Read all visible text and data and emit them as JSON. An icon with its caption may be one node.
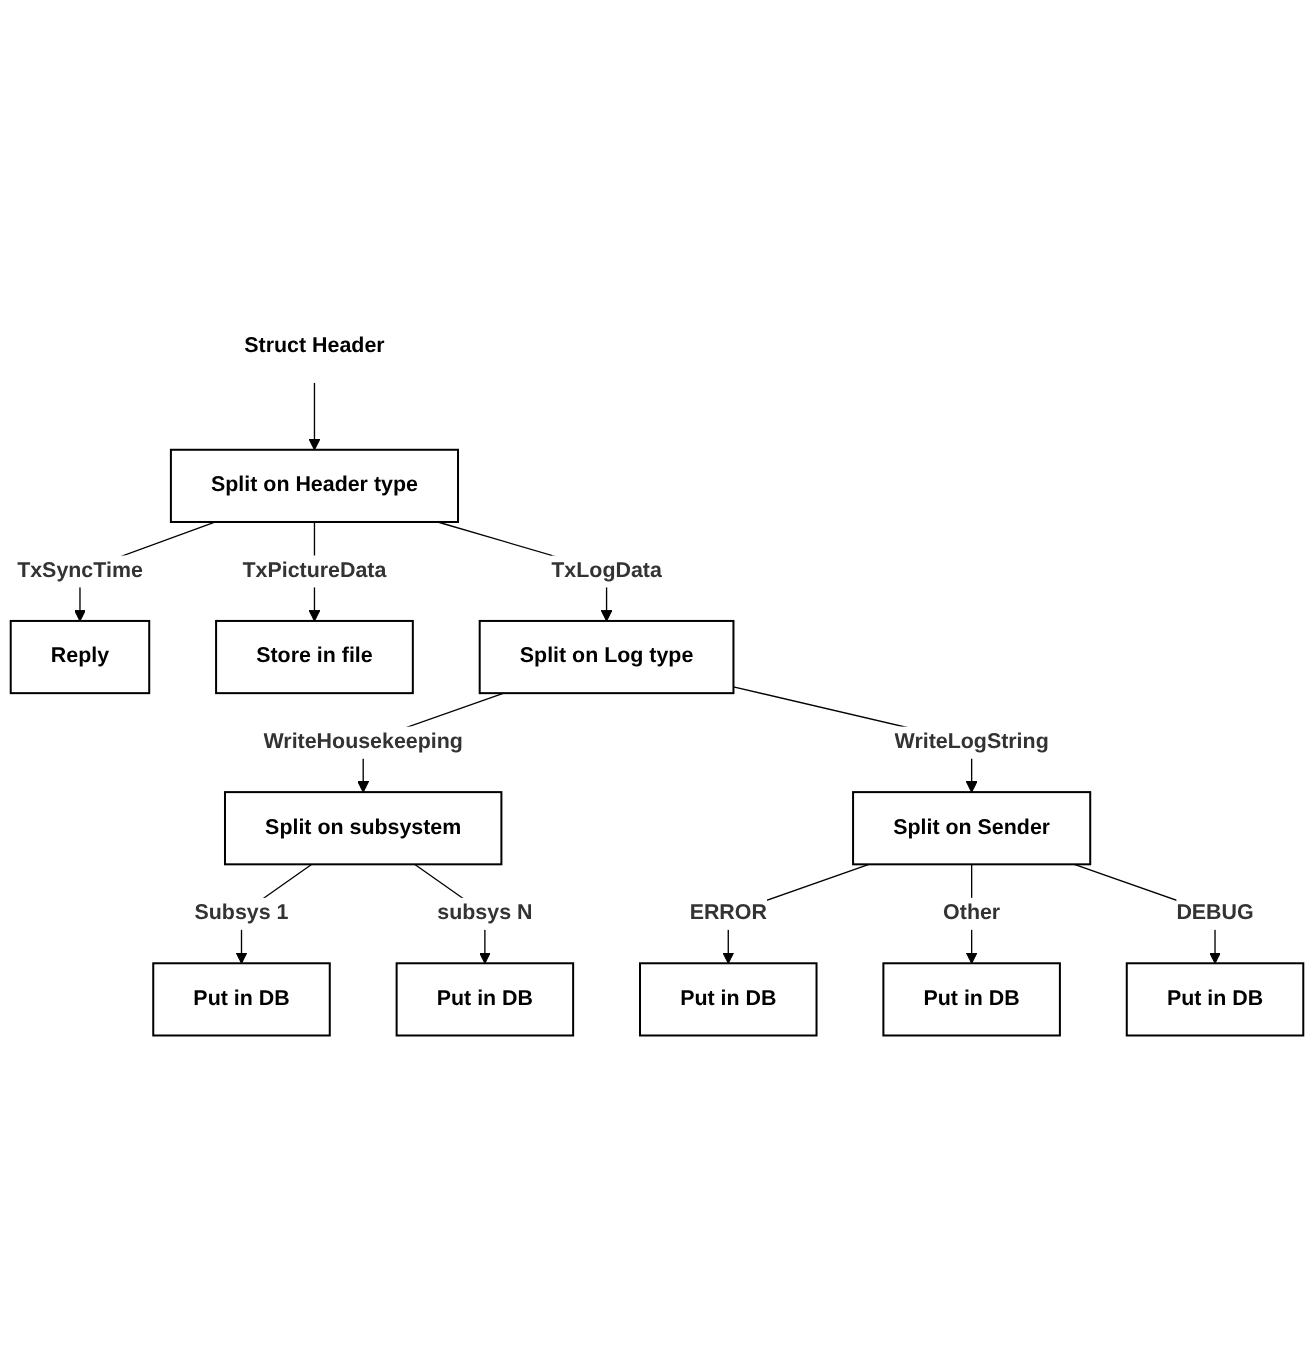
{
  "diagram": {
    "nodes": [
      {
        "text": [
          "Struct Header"
        ]
      },
      {
        "text": [
          "Split on Header type"
        ]
      },
      {
        "text": [
          "Reply"
        ]
      },
      {
        "text": [
          "Store in file"
        ]
      },
      {
        "text": [
          "Split on Log type"
        ]
      },
      {
        "text": [
          "Split on subsystem"
        ]
      },
      {
        "text": [
          "Split on Sender"
        ]
      },
      {
        "text": [
          "Put in DB"
        ]
      },
      {
        "text": [
          "Put in DB"
        ]
      },
      {
        "text": [
          "Put in DB"
        ]
      },
      {
        "text": [
          "Put in DB"
        ]
      },
      {
        "text": [
          "Put in DB"
        ]
      }
    ],
    "edges": [
      {
        "from": 0,
        "to": 1,
        "arrow": "to"
      },
      {
        "from": 1,
        "to": 2,
        "arrow": "to",
        "label": "TxSyncTime"
      },
      {
        "from": 1,
        "to": 3,
        "arrow": "to",
        "label": "TxPictureData"
      },
      {
        "from": 1,
        "to": 4,
        "arrow": "to",
        "label": "TxLogData"
      },
      {
        "from": 4,
        "to": 5,
        "arrow": "to",
        "label": "WriteHousekeeping"
      },
      {
        "from": 4,
        "to": 6,
        "arrow": "to",
        "label": "WriteLogString"
      },
      {
        "from": 5,
        "to": 7,
        "arrow": "to",
        "label": "Subsys 1"
      },
      {
        "from": 5,
        "to": 8,
        "arrow": "to",
        "label": "subsys N"
      },
      {
        "from": 6,
        "to": 9,
        "arrow": "to",
        "label": "ERROR"
      },
      {
        "from": 6,
        "to": 10,
        "arrow": "to",
        "label": "Other"
      },
      {
        "from": 6,
        "to": 11,
        "arrow": "to",
        "label": "DEBUG"
      }
    ]
  }
}
